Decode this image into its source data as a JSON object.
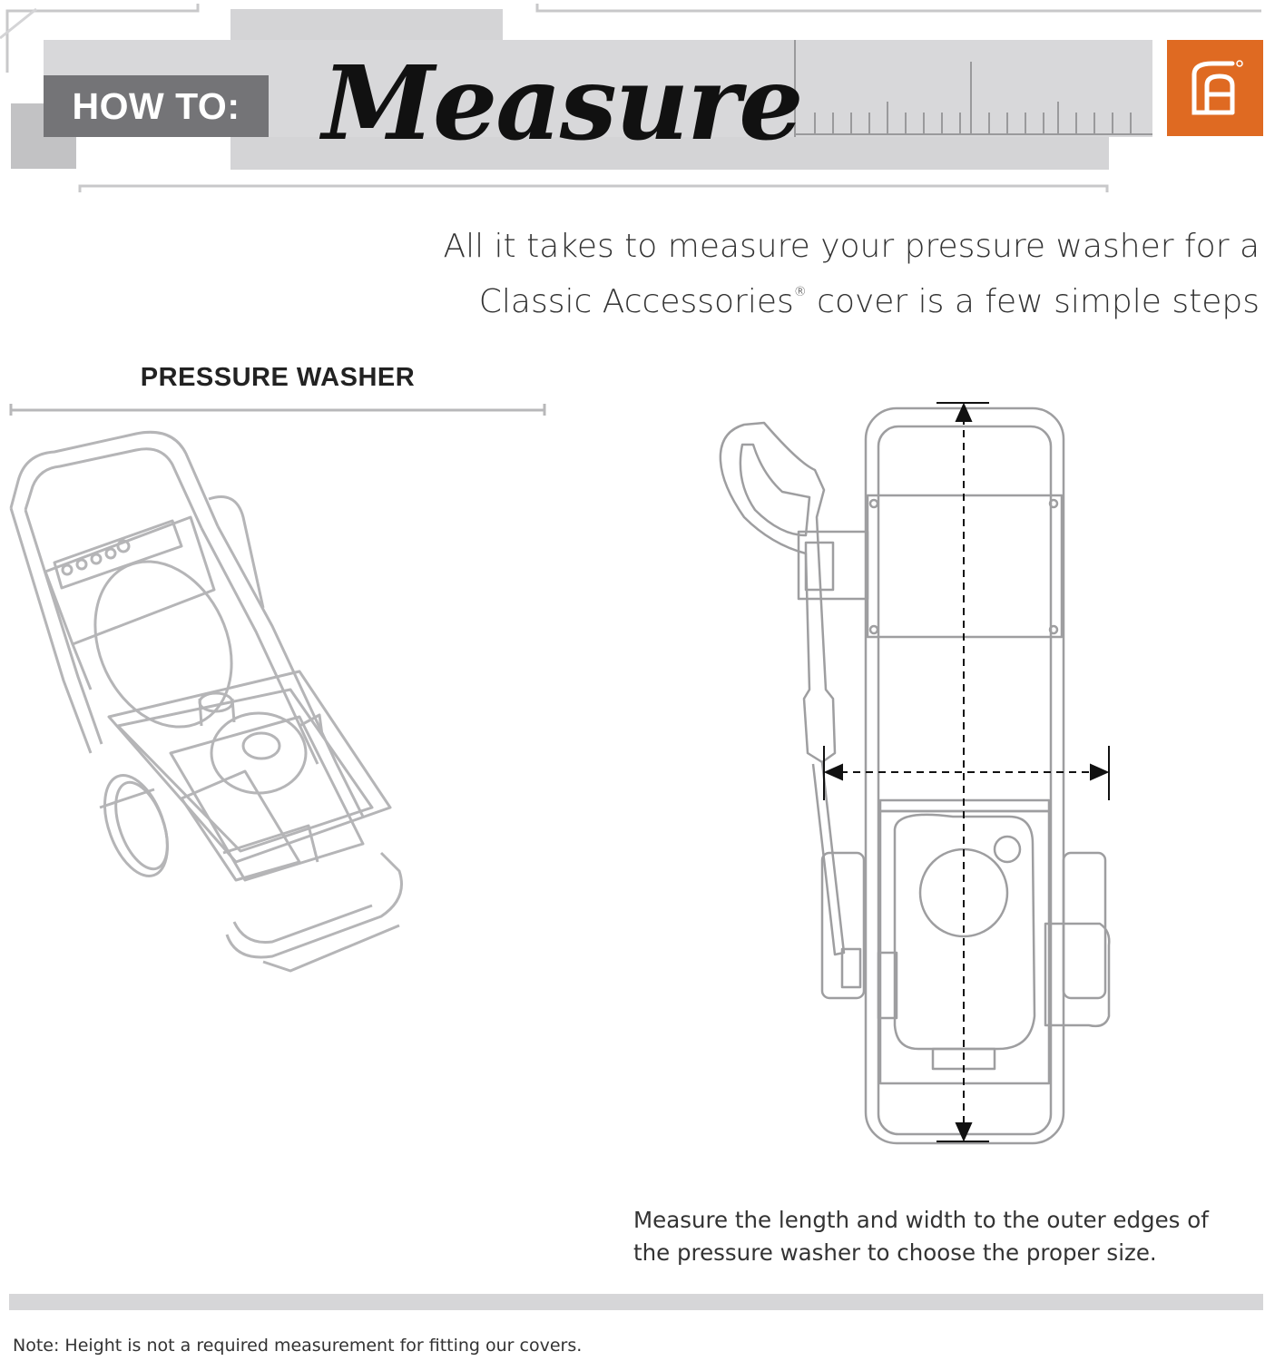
{
  "header": {
    "howto_label": "HOW TO:",
    "title": "Measure",
    "logo_letters": "CA",
    "brand_color": "#df6a22"
  },
  "intro": {
    "line1": "All it takes to measure your pressure washer for a",
    "line2_a": "Classic Accessories",
    "line2_reg": "®",
    "line2_b": " cover is a few simple steps"
  },
  "section": {
    "label": "PRESSURE WASHER"
  },
  "caption": {
    "line1": "Measure the length and width to the outer edges of",
    "line2": "the pressure washer to choose the proper size."
  },
  "footer": {
    "note": "Note: Height is not a required measurement for fitting our covers."
  },
  "icons": [
    "ruler-icon",
    "classic-accessories-logo",
    "pressure-washer-perspective-illustration",
    "pressure-washer-top-view-diagram",
    "length-arrow-icon",
    "width-arrow-icon"
  ]
}
